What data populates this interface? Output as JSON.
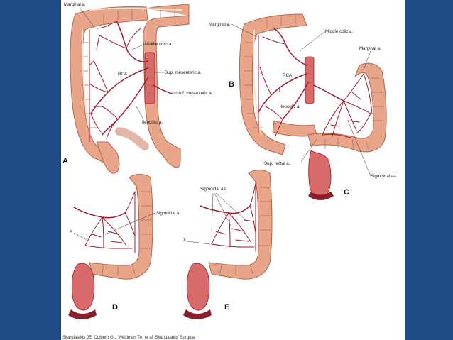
{
  "colors": {
    "background": "#1f4a86",
    "canvas": "#ffffff",
    "colon": "#e8a58a",
    "artery": "#a5192c"
  },
  "panels": {
    "a": {
      "letter": "A",
      "labels": {
        "marginal": "Marginal a.",
        "middle_colic": "Middle colic a.",
        "rca": "RCA",
        "sup_mesenteric": "Sup. mesenteric a.",
        "inf_mesenteric": "Inf. mesenteric a.",
        "ileocolic": "Ileocolic a."
      }
    },
    "b": {
      "letter": "B",
      "labels": {
        "marginal": "Marginal a.",
        "middle_colic": "Middle colic a.",
        "rca": "RCA",
        "x": "X",
        "ileocolic": "Ileocolic a."
      }
    },
    "c": {
      "letter": "C",
      "labels": {
        "marginal": "Marginal a.",
        "sup_rectal": "Sup. rectal a.",
        "sigmoidal": "Sigmoidal aa."
      }
    },
    "d": {
      "letter": "D",
      "labels": {
        "sigmoidal": "Sigmoidal a.",
        "x": "X"
      }
    },
    "e": {
      "letter": "E",
      "labels": {
        "sigmoidal": "Sigmoidal aa.",
        "x": "X"
      }
    }
  },
  "citation": "Skandalakis JE, Colborn GL, Weidman TA, et al: Skandalakis' Surgical"
}
